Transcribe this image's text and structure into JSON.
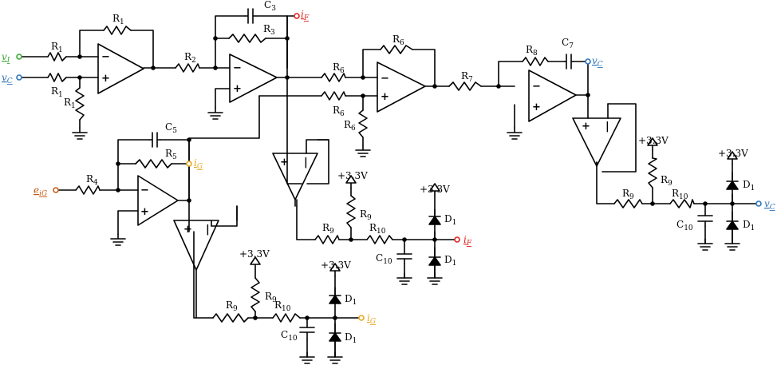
{
  "labels": {
    "R1": "R",
    "R1s": "1",
    "R2": "R",
    "R2s": "2",
    "R3": "R",
    "R3s": "3",
    "R4": "R",
    "R4s": "4",
    "R5": "R",
    "R5s": "5",
    "R6": "R",
    "R6s": "6",
    "R7": "R",
    "R7s": "7",
    "R8": "R",
    "R8s": "8",
    "R9": "R",
    "R9s": "9",
    "R10": "R",
    "R10s": "10",
    "C3": "C",
    "C3s": "3",
    "C5": "C",
    "C5s": "5",
    "C7": "C",
    "C7s": "7",
    "C10": "C",
    "C10s": "10",
    "D1": "D",
    "D1s": "1",
    "supply": "+3.3V"
  },
  "signals": {
    "vI": {
      "main": "v",
      "sub": "I",
      "color": "#3aaa35"
    },
    "vC": {
      "main": "v",
      "sub": "C",
      "color": "#2e75b6"
    },
    "iF": {
      "main": "i",
      "sub": "F",
      "color": "#e02020"
    },
    "iG": {
      "main": "i",
      "sub": "G",
      "color": "#e8a820"
    },
    "eiG": {
      "main": "e",
      "sub": "iG",
      "color": "#c55a11"
    }
  },
  "opamp_signs": {
    "minus": "−",
    "plus": "+",
    "bar": "|"
  }
}
